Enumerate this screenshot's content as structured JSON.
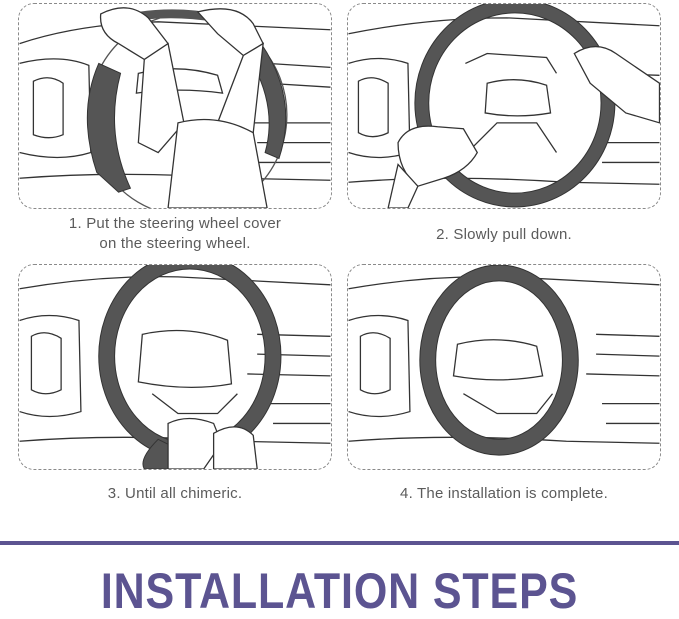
{
  "steps": [
    {
      "caption_line1": "1. Put the steering wheel cover",
      "caption_line2": "on the steering wheel."
    },
    {
      "caption_line1": "2. Slowly pull down.",
      "caption_line2": ""
    },
    {
      "caption_line1": "3. Until all chimeric.",
      "caption_line2": ""
    },
    {
      "caption_line1": "4. The installation is complete.",
      "caption_line2": ""
    }
  ],
  "title": "INSTALLATION STEPS",
  "colors": {
    "accent": "#5c5491",
    "cover": "#555555",
    "line": "#333333",
    "caption": "#5b5b5b"
  }
}
